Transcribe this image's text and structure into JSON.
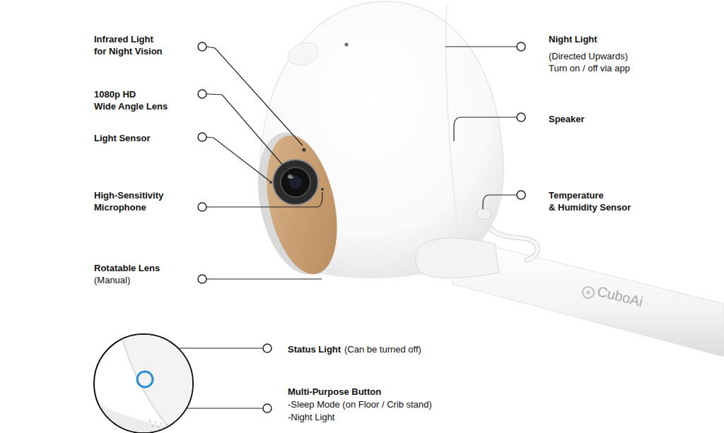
{
  "diagram": {
    "labels": [
      "Infrared Light for Night Vision",
      "1080p HD Wide Angle Lens",
      "Light Sensor",
      "High-Sensitivity Microphone",
      "Rotatable Lens",
      "(Manual)",
      "Night Light",
      "(Directed Upwards) Turn on / off via app",
      "Speaker",
      "Temperature & Humidity Sensor",
      "CuboAi",
      "Status Light",
      "(Can be turned off)",
      "Multi-Purpose Button",
      "-Sleep Mode (on Floor / Crib stand)",
      "-Night Light"
    ]
  }
}
